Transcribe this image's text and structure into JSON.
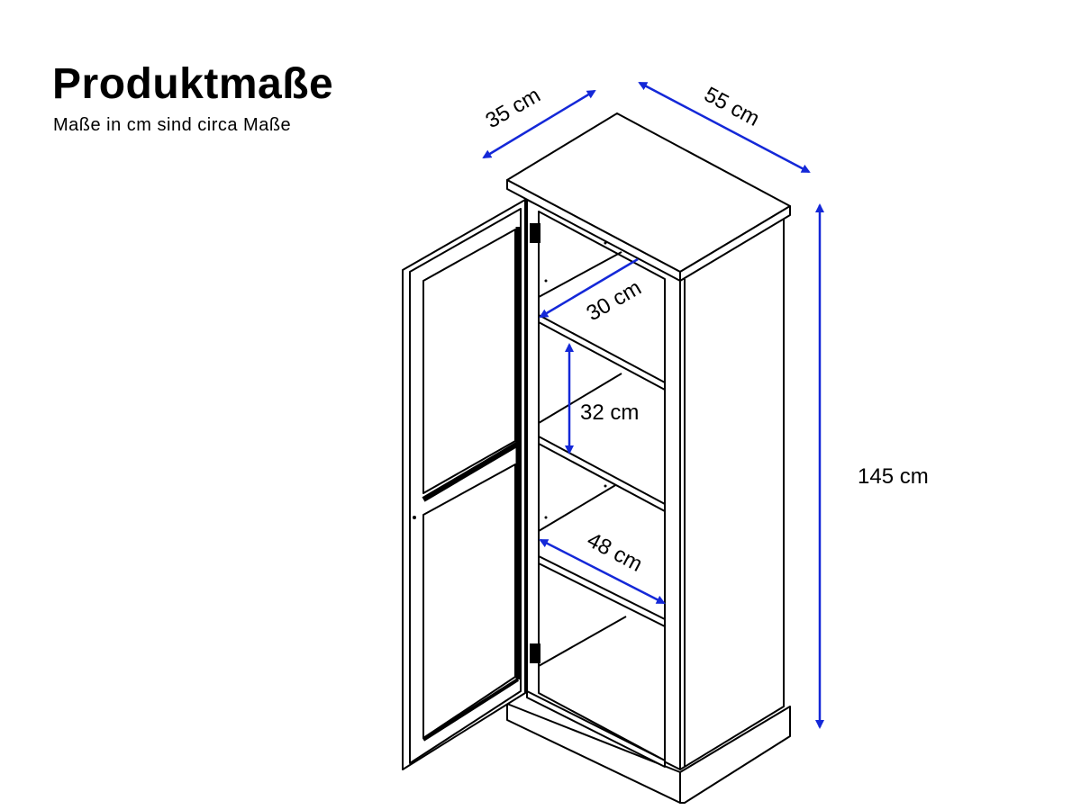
{
  "header": {
    "title": "Produktmaße",
    "subtitle": "Maße in cm sind circa Maße"
  },
  "dimensions": {
    "depth": "35 cm",
    "width": "55 cm",
    "height": "145 cm",
    "shelf_depth": "30 cm",
    "shelf_spacing": "32 cm",
    "shelf_width": "48 cm"
  },
  "colors": {
    "arrow": "#1428d8",
    "line": "#000000"
  }
}
